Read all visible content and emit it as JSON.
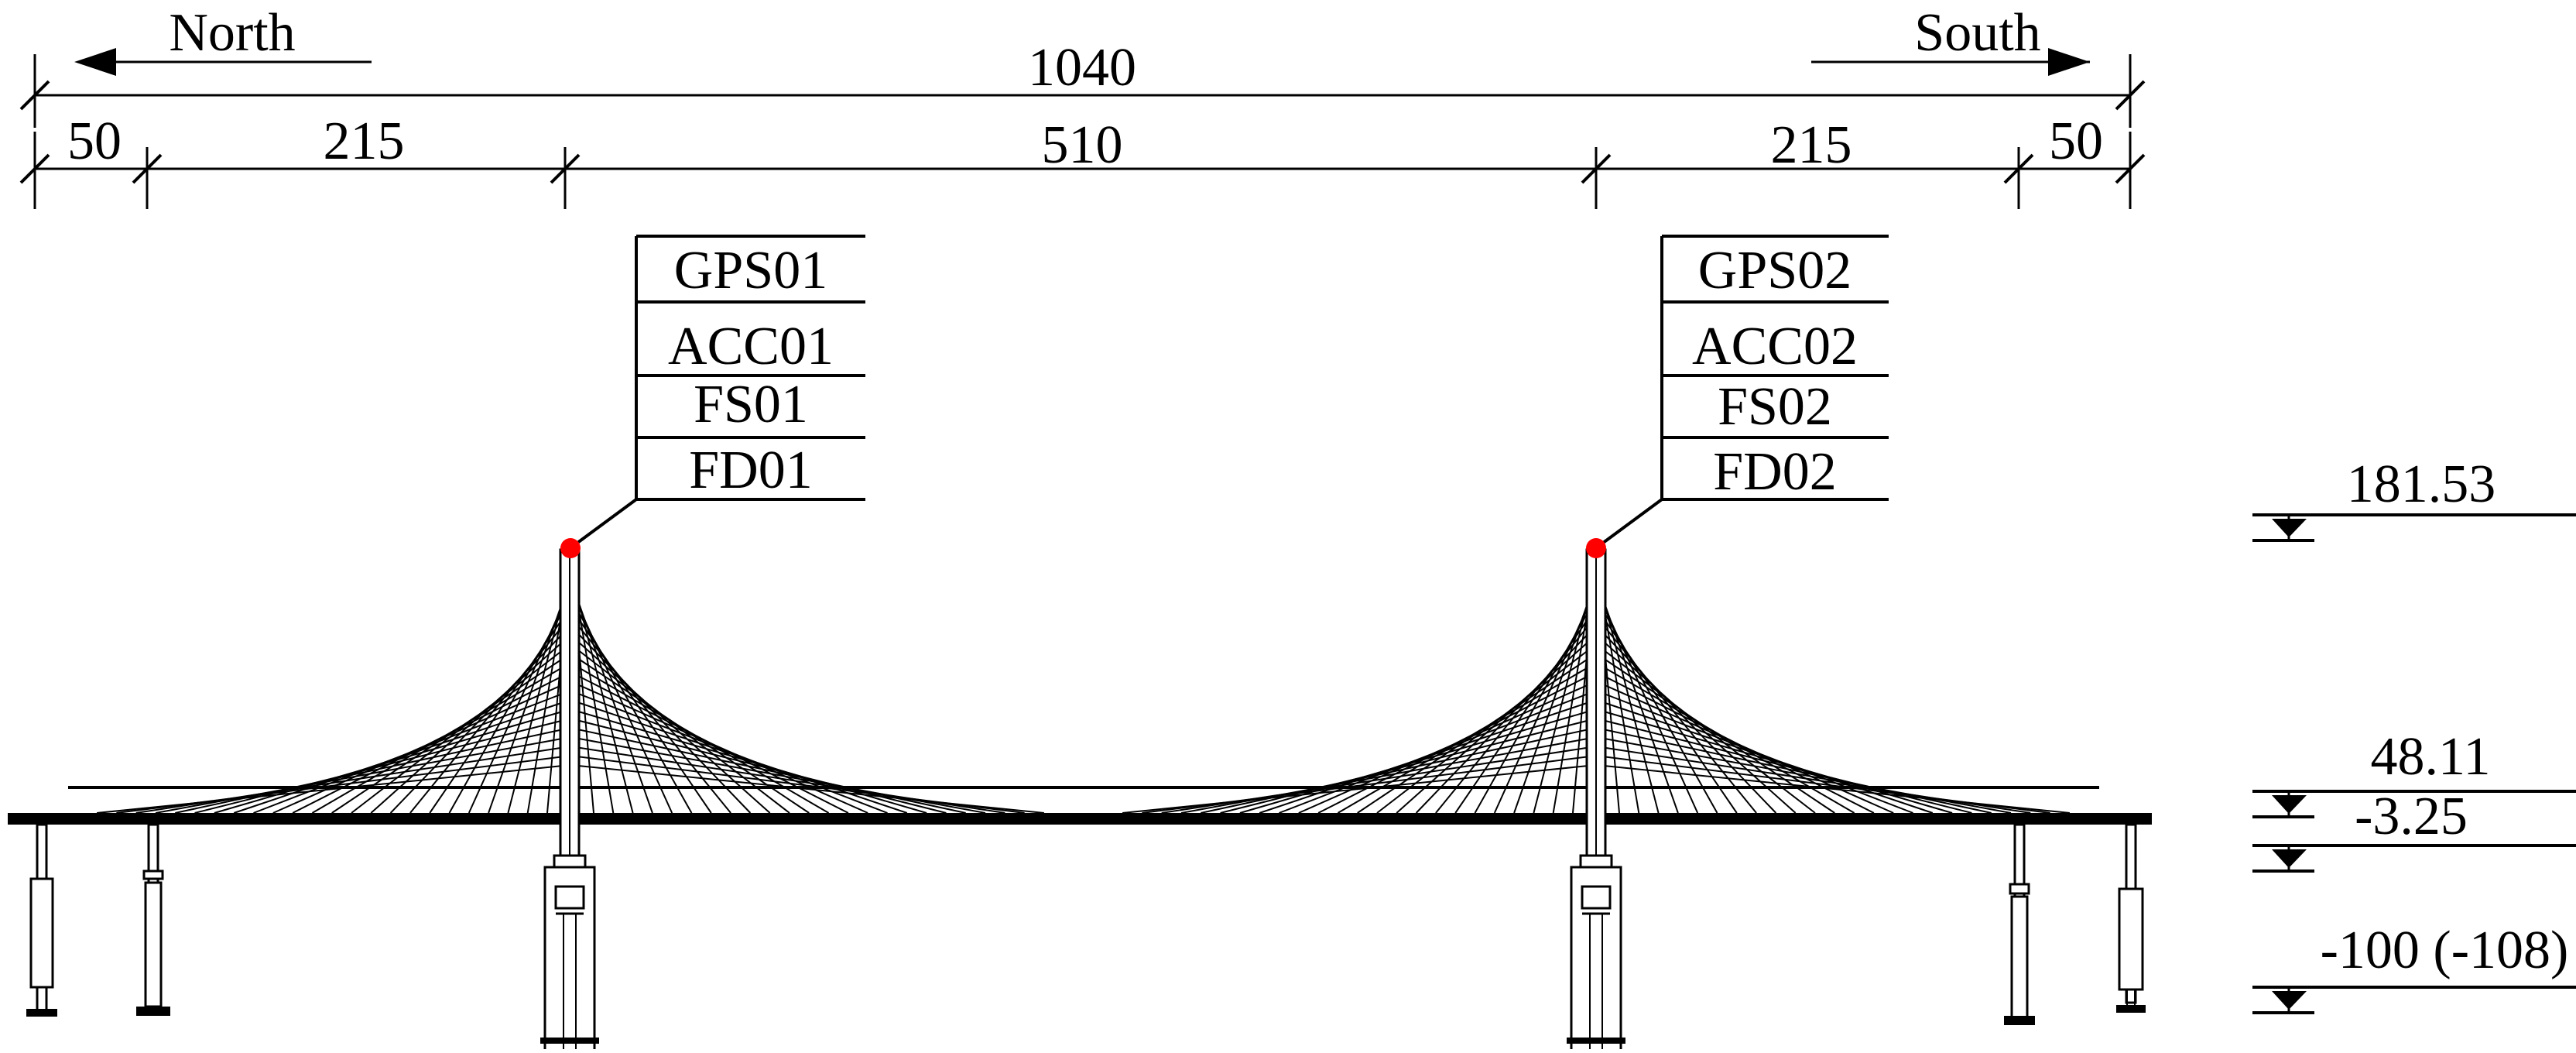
{
  "directions": {
    "north": "North",
    "south": "South"
  },
  "dimensions": {
    "total": "1040",
    "spans": [
      "50",
      "215",
      "510",
      "215",
      "50"
    ]
  },
  "sensor_boxes": [
    {
      "labels": [
        "GPS01",
        "ACC01",
        "FS01",
        "FD01"
      ]
    },
    {
      "labels": [
        "GPS02",
        "ACC02",
        "FS02",
        "FD02"
      ]
    }
  ],
  "elevations": [
    "181.53",
    "48.11",
    "-3.25",
    "-100 (-108)"
  ],
  "colors": {
    "line": "#000000",
    "sensor_point": "#ff0000"
  }
}
